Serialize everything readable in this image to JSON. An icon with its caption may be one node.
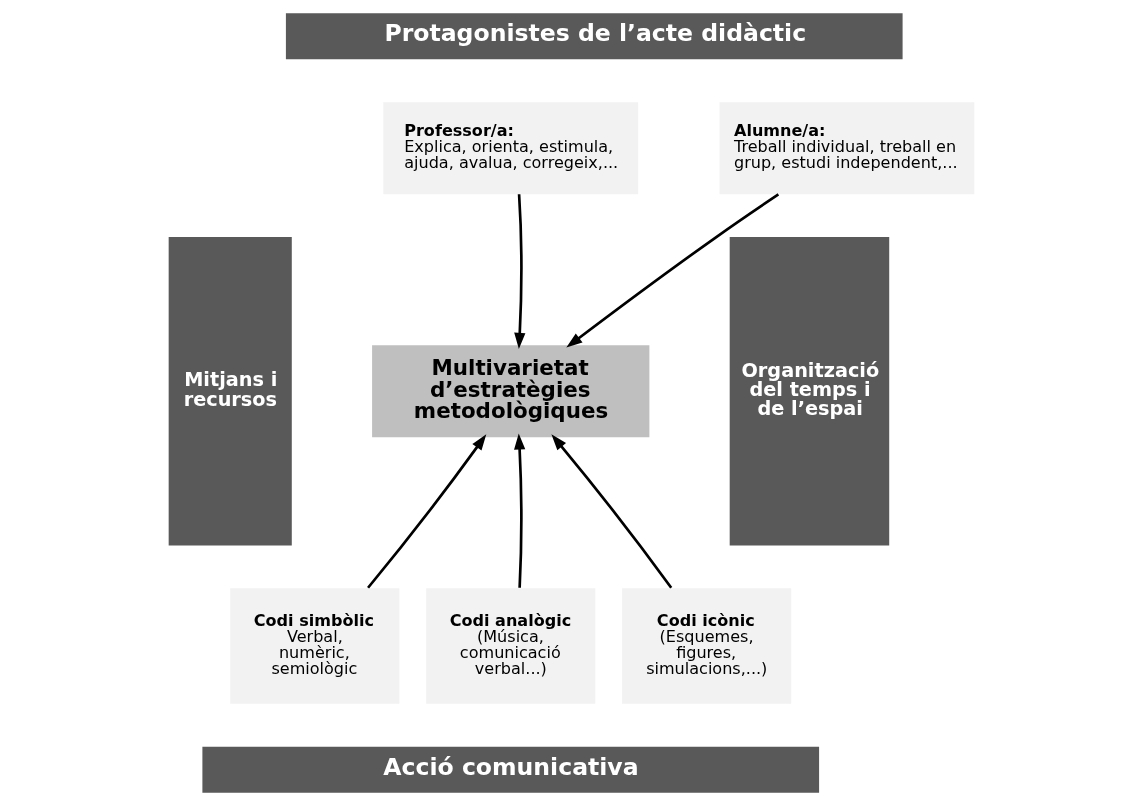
{
  "diagram": {
    "nodes": [
      {
        "text": [
          "Protagonistes de l’acte didàctic"
        ]
      },
      {
        "text": [
          "Mitjans i recursos"
        ]
      },
      {
        "text": [
          "Organització del temps i de l’espai"
        ]
      },
      {
        "text": [
          "Professor/a:",
          "Explica, orienta, estimula, ajuda, avalua, corregeix,..."
        ]
      },
      {
        "text": [
          "Alumne/a:",
          "Treball individual, treball en grup, estudi independent,..."
        ]
      },
      {
        "text": [
          "Multivarietat d’estratègies metodològiques"
        ]
      },
      {
        "text": [
          "Codi simbòlic",
          "Verbal, numèric, semiològic"
        ]
      },
      {
        "text": [
          "Codi analògic",
          "(Música, comunicació verbal...)"
        ]
      },
      {
        "text": [
          "Codi icònic",
          "(Esquemes, figures, simulacions,...)"
        ]
      },
      {
        "text": [
          "Acció comunicativa"
        ]
      }
    ],
    "edges": [
      {
        "from": 3,
        "to": 5,
        "arrow": "to"
      },
      {
        "from": 4,
        "to": 5,
        "arrow": "to"
      },
      {
        "from": 6,
        "to": 5,
        "arrow": "to"
      },
      {
        "from": 7,
        "to": 5,
        "arrow": "to"
      },
      {
        "from": 8,
        "to": 5,
        "arrow": "to"
      }
    ]
  }
}
